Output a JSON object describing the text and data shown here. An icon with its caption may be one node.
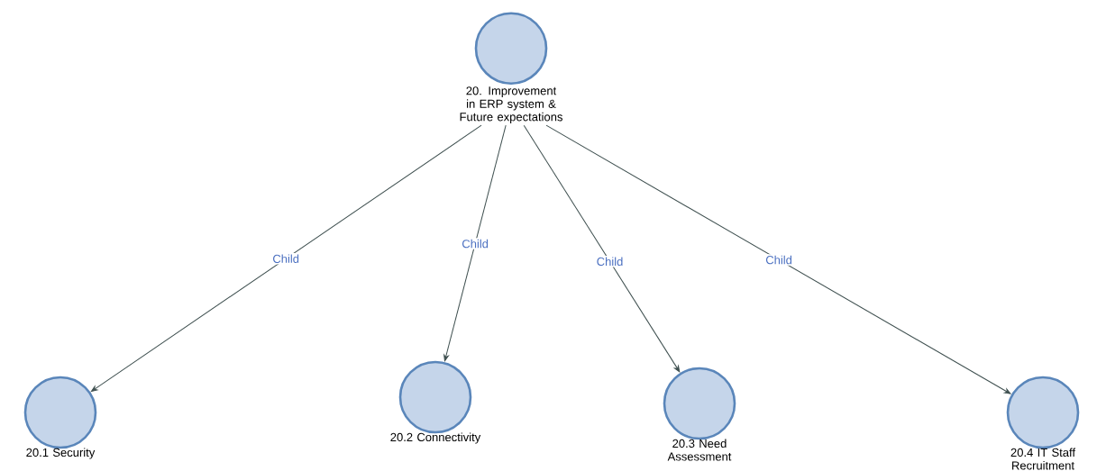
{
  "diagram": {
    "nodes": [
      {
        "text": [
          "20. Improvement in ERP system & Future expectations"
        ]
      },
      {
        "text": [
          "20.1 Security"
        ]
      },
      {
        "text": [
          "20.2 Connectivity"
        ]
      },
      {
        "text": [
          "20.3 Need Assessment"
        ]
      },
      {
        "text": [
          "20.4 IT Staff Recruitment"
        ]
      }
    ],
    "edges": [
      {
        "from": 0,
        "to": 1,
        "arrow": "to",
        "label": "Child"
      },
      {
        "from": 0,
        "to": 2,
        "arrow": "to",
        "label": "Child"
      },
      {
        "from": 0,
        "to": 3,
        "arrow": "to",
        "label": "Child"
      },
      {
        "from": 0,
        "to": 4,
        "arrow": "to",
        "label": "Child"
      }
    ]
  }
}
